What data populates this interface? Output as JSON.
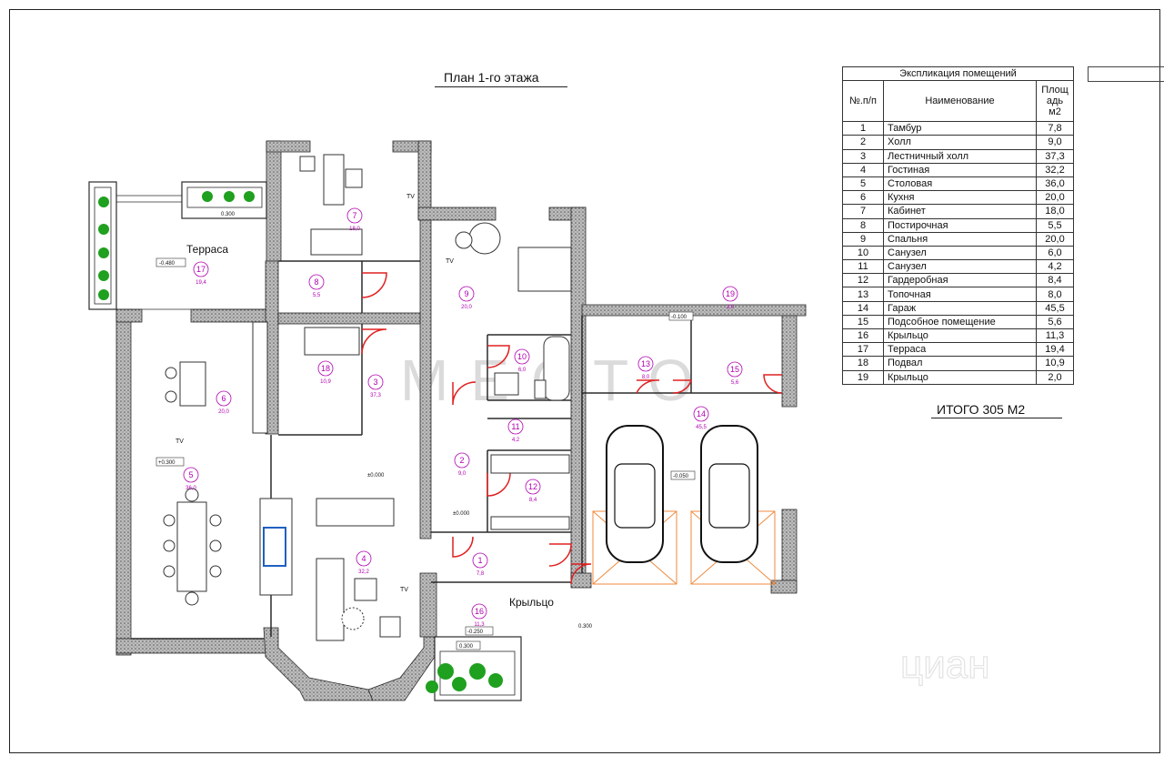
{
  "plan_title": "План 1-го этажа",
  "table": {
    "caption": "Экспликация помещений",
    "headers": {
      "num": "№.п/п",
      "name": "Наименование",
      "area_lines": [
        "Площ",
        "адь",
        "м2"
      ]
    },
    "rows": [
      {
        "num": "1",
        "name": "Тамбур",
        "area": "7,8"
      },
      {
        "num": "2",
        "name": "Холл",
        "area": "9,0"
      },
      {
        "num": "3",
        "name": "Лестничный холл",
        "area": "37,3"
      },
      {
        "num": "4",
        "name": "Гостиная",
        "area": "32,2"
      },
      {
        "num": "5",
        "name": "Столовая",
        "area": "36,0"
      },
      {
        "num": "6",
        "name": "Кухня",
        "area": "20,0"
      },
      {
        "num": "7",
        "name": "Кабинет",
        "area": "18,0"
      },
      {
        "num": "8",
        "name": "Постирочная",
        "area": "5,5"
      },
      {
        "num": "9",
        "name": "Спальня",
        "area": "20,0"
      },
      {
        "num": "10",
        "name": "Санузел",
        "area": "6,0"
      },
      {
        "num": "11",
        "name": "Санузел",
        "area": "4,2"
      },
      {
        "num": "12",
        "name": "Гардеробная",
        "area": "8,4"
      },
      {
        "num": "13",
        "name": "Топочная",
        "area": "8,0"
      },
      {
        "num": "14",
        "name": "Гараж",
        "area": "45,5"
      },
      {
        "num": "15",
        "name": "Подсобное помещение",
        "area": "5,6"
      },
      {
        "num": "16",
        "name": "Крыльцо",
        "area": "11,3"
      },
      {
        "num": "17",
        "name": "Терраса",
        "area": "19,4"
      },
      {
        "num": "18",
        "name": "Подвал",
        "area": "10,9"
      },
      {
        "num": "19",
        "name": "Крыльцо",
        "area": "2,0"
      }
    ]
  },
  "total": "ИТОГО 305 М2",
  "labels": {
    "terrace": "Терраса",
    "porch": "Крыльцо",
    "tv": "TV"
  },
  "levels": {
    "terrace": "-0.480",
    "pot": "0.300",
    "dining": "+0.300",
    "living": "±0.000",
    "hall": "±0.000",
    "porch": "-0.250",
    "porch_pot": "0.300",
    "garage": "-0.050",
    "garage_top": "-0.100",
    "side": "0.300"
  },
  "room_tags": [
    {
      "num": "1",
      "area": "7,8"
    },
    {
      "num": "2",
      "area": "9,0"
    },
    {
      "num": "3",
      "area": "37,3"
    },
    {
      "num": "4",
      "area": "32,2"
    },
    {
      "num": "5",
      "area": "36,0"
    },
    {
      "num": "6",
      "area": "20,0"
    },
    {
      "num": "7",
      "area": "18,0"
    },
    {
      "num": "8",
      "area": "5,5"
    },
    {
      "num": "9",
      "area": "20,0"
    },
    {
      "num": "10",
      "area": "6,0"
    },
    {
      "num": "11",
      "area": "4,2"
    },
    {
      "num": "12",
      "area": "8,4"
    },
    {
      "num": "13",
      "area": "8,0"
    },
    {
      "num": "14",
      "area": "45,5"
    },
    {
      "num": "15",
      "area": "5,6"
    },
    {
      "num": "16",
      "area": "11,3"
    },
    {
      "num": "17",
      "area": "19,4"
    },
    {
      "num": "18",
      "area": "10,9"
    },
    {
      "num": "19",
      "area": "2,0"
    }
  ],
  "watermarks": {
    "mesto": "МЕСТО",
    "cian": "циан"
  },
  "colors": {
    "wall": "#2b2b2b",
    "wall_fill": "#9a9a9a",
    "tag": "#b000b0",
    "door": "#e02020",
    "garage_hatch": "#f08a3c",
    "plant": "#1fa01f",
    "sink": "#2060c0"
  }
}
